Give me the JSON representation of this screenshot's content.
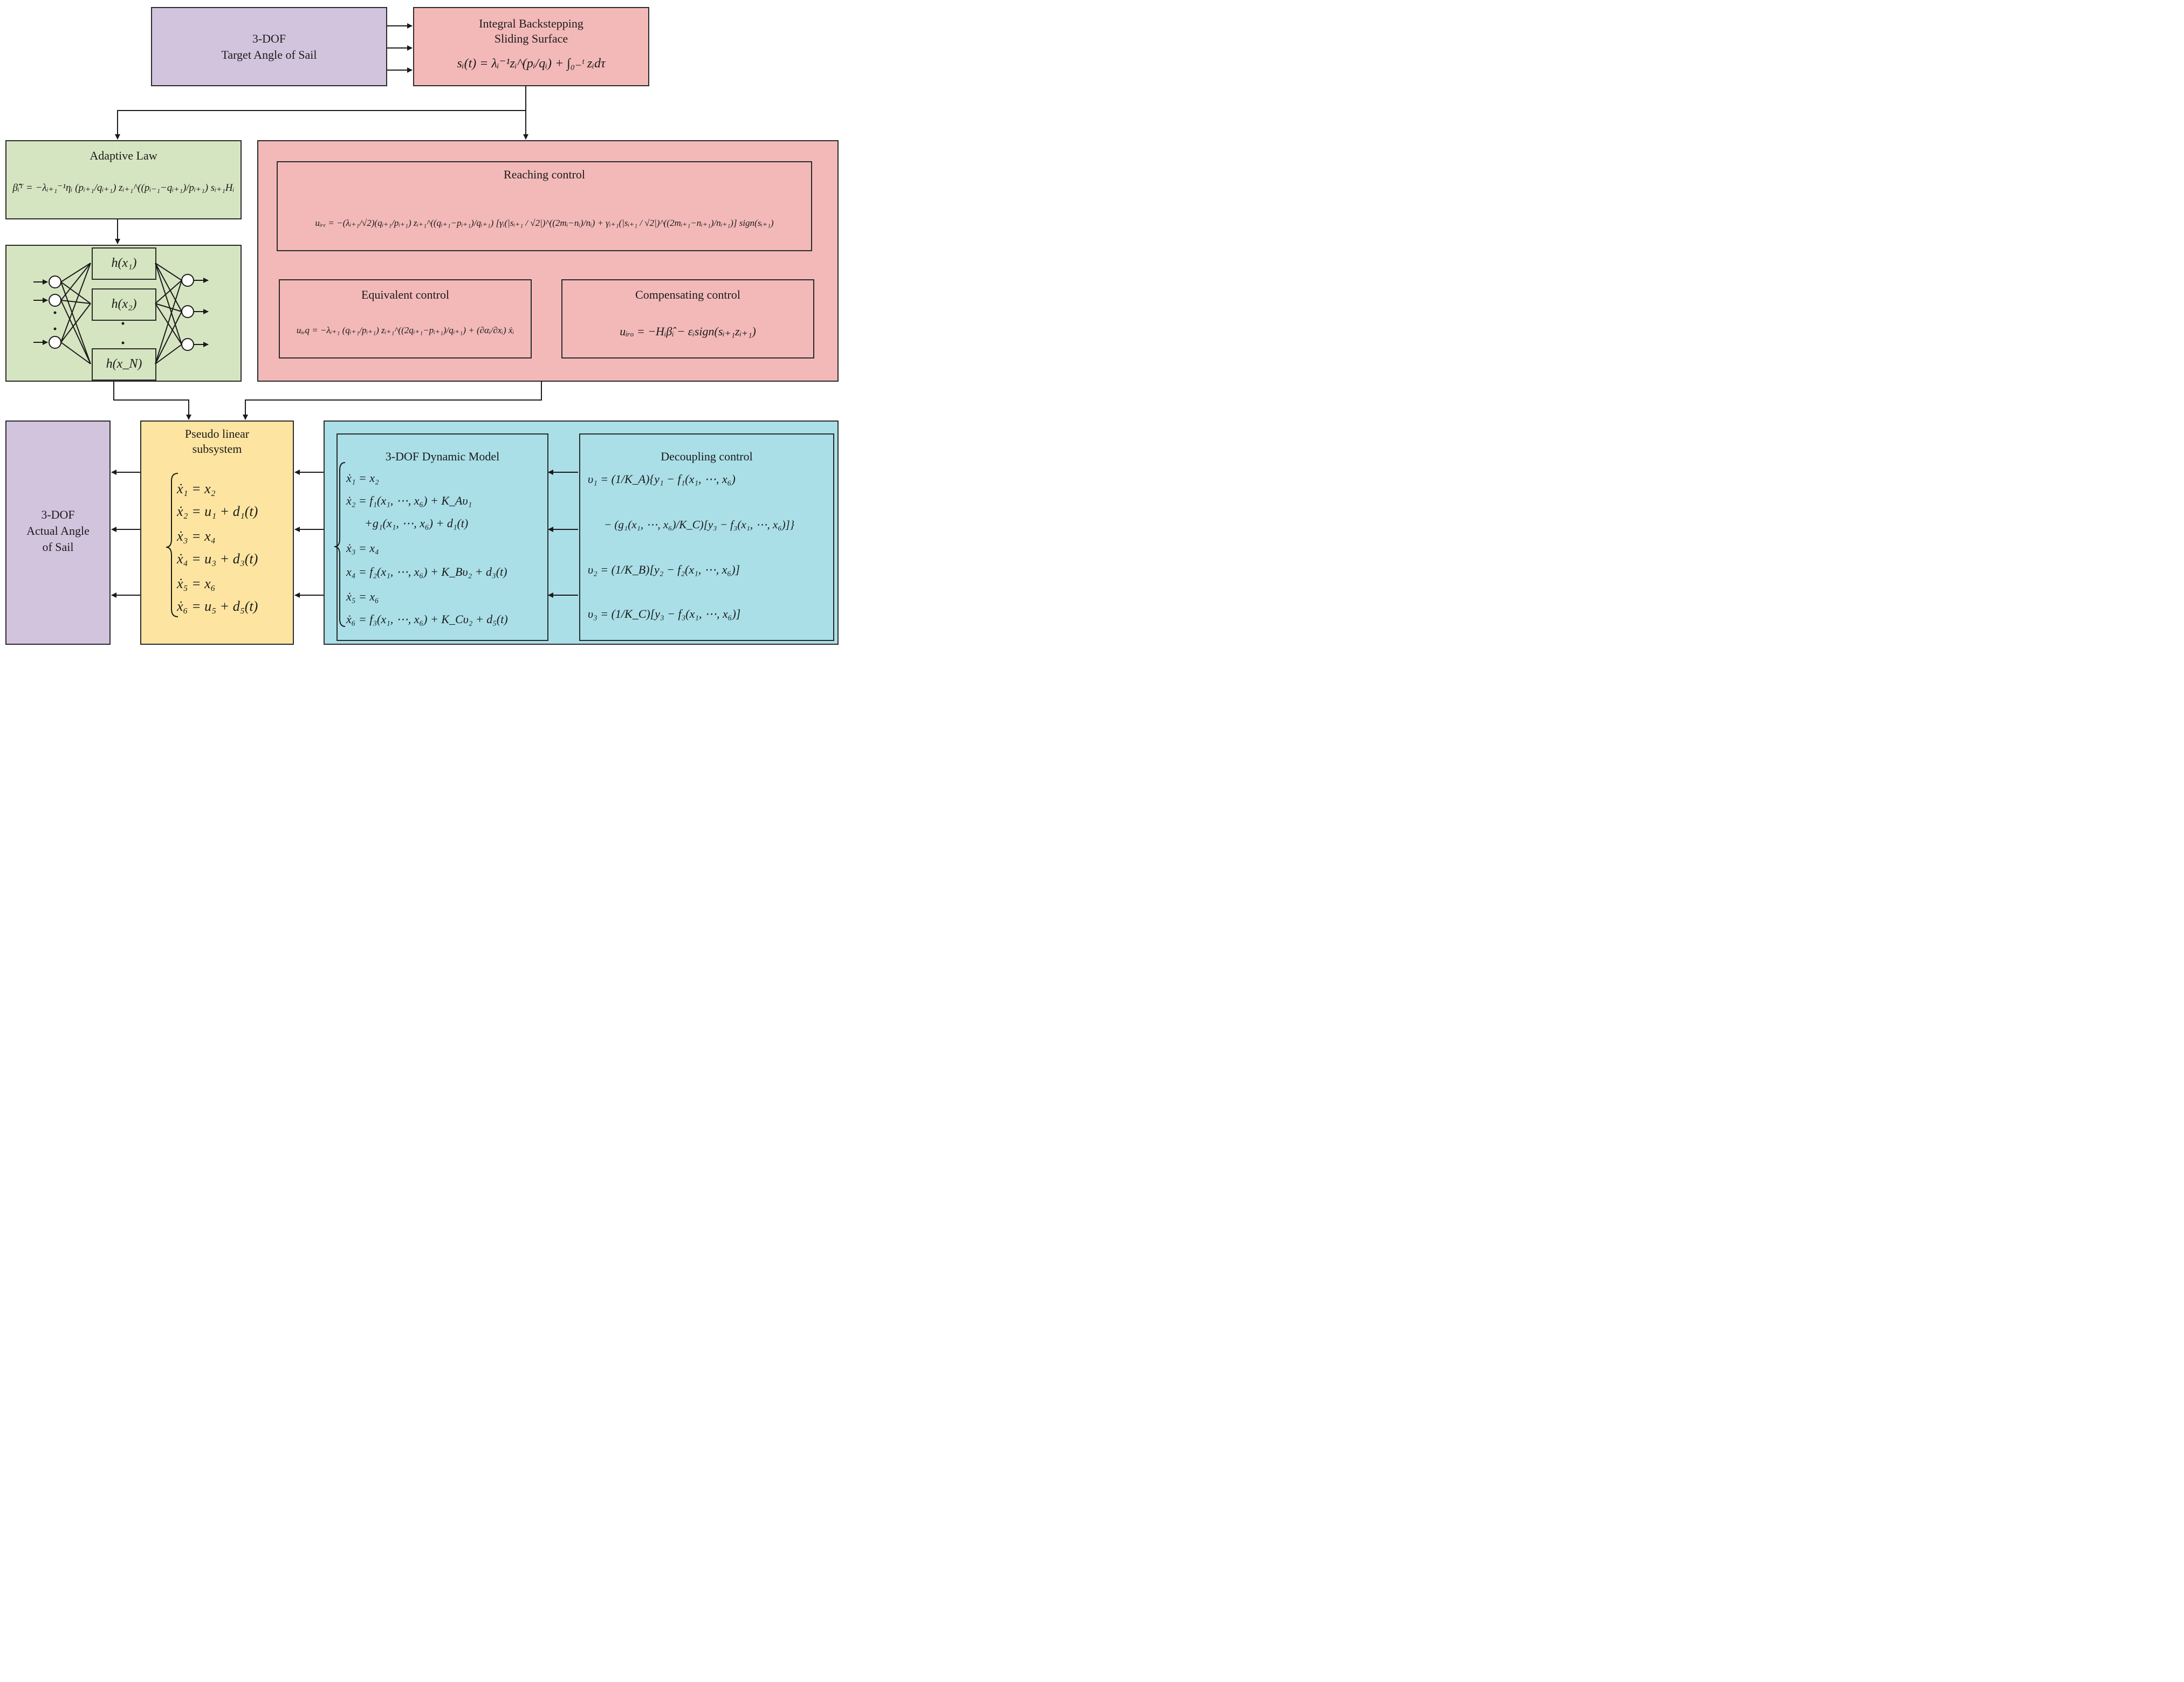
{
  "target": {
    "line1": "3-DOF",
    "line2": "Target Angle of Sail"
  },
  "sliding": {
    "title1": "Integral Backstepping",
    "title2": "Sliding Surface",
    "equation": "sᵢ(t) = λᵢ⁻¹zᵢ^(pᵢ/qᵢ) + ∫₀₋ᵗ zᵢdτ"
  },
  "adaptive": {
    "title": "Adaptive Law",
    "equation": "β̂̇ᵢᵀ = −λᵢ₊₁⁻¹ηᵢ (pᵢ₊₁/qᵢ₊₁) zᵢ₊₁^((pᵢ₋₁−qᵢ₊₁)/pᵢ₊₁) sᵢ₊₁Hᵢ"
  },
  "rbf": {
    "h1": "h(x₁)",
    "h2": "h(x₂)",
    "hN": "h(x_N)"
  },
  "reaching": {
    "title": "Reaching control",
    "equation": "uᵢᵣₑ = −(λᵢ₊₁/√2)(qᵢ₊₁/pᵢ₊₁) zᵢ₊₁^((qᵢ₊₁−pᵢ₊₁)/qᵢ₊₁) [γᵢ(|sᵢ₊₁ / √2|)^((2mᵢ−nᵢ)/nᵢ) + γᵢ₊₁(|sᵢ₊₁ / √2|)^((2mᵢ₊₁−nᵢ₊₁)/nᵢ₊₁)] sign(sᵢ₊₁)"
  },
  "equivalent": {
    "title": "Equivalent control",
    "equation": "uᵢₑq = −λᵢ₊₁ (qᵢ₊₁/pᵢ₊₁) zᵢ₊₁^((2qᵢ₊₁−pᵢ₊₁)/qᵢ₊₁) + (∂αᵢ/∂xᵢ) ẋᵢ"
  },
  "compensating": {
    "title": "Compensating control",
    "equation": "uᵢᵣₒ = −Hᵢβ̂ᵢ − εᵢsign(sᵢ₊₁zᵢ₊₁)"
  },
  "pseudo": {
    "title1": "Pseudo linear",
    "title2": "subsystem",
    "eqs": [
      "ẋ₁ = x₂",
      "ẋ₂ = u₁ + d₁(t)",
      "ẋ₃ = x₄",
      "ẋ₄ = u₃ + d₃(t)",
      "ẋ₅ = x₆",
      "ẋ₆ = u₅ + d₅(t)"
    ]
  },
  "actual": {
    "line1": "3-DOF",
    "line2": "Actual Angle",
    "line3": "of Sail"
  },
  "dynamic": {
    "title": "3-DOF Dynamic Model",
    "eqs": [
      "ẋ₁ = x₂",
      "ẋ₂ = f₁(x₁, ⋯, x₆) + K_Aυ₁",
      "+g₁(x₁, ⋯, x₆) + d₁(t)",
      "ẋ₃ = x₄",
      "x₄ = f₂(x₁, ⋯, x₆) + K_Bυ₂ + d₃(t)",
      "ẋ₅ = x₆",
      "ẋ₆ = f₃(x₁, ⋯, x₆) + K_Cυ₂ + d₅(t)"
    ]
  },
  "decoupling": {
    "title": "Decoupling control",
    "eqs": [
      "υ₁ = (1/K_A){y₁ − f₁(x₁, ⋯, x₆)",
      "− (g₁(x₁, ⋯, x₆)/K_C)[y₃ − f₃(x₁, ⋯, x₆)]}",
      "υ₂ = (1/K_B)[y₂ − f₂(x₁, ⋯, x₆)]",
      "υ₃ = (1/K_C)[y₃ − f₃(x₁, ⋯, x₆)]"
    ]
  },
  "colors": {
    "purple": "#d3c4de",
    "pink": "#f3b9b9",
    "green": "#d6e5c1",
    "yellow": "#fde5a1",
    "blue": "#aadfe8"
  }
}
